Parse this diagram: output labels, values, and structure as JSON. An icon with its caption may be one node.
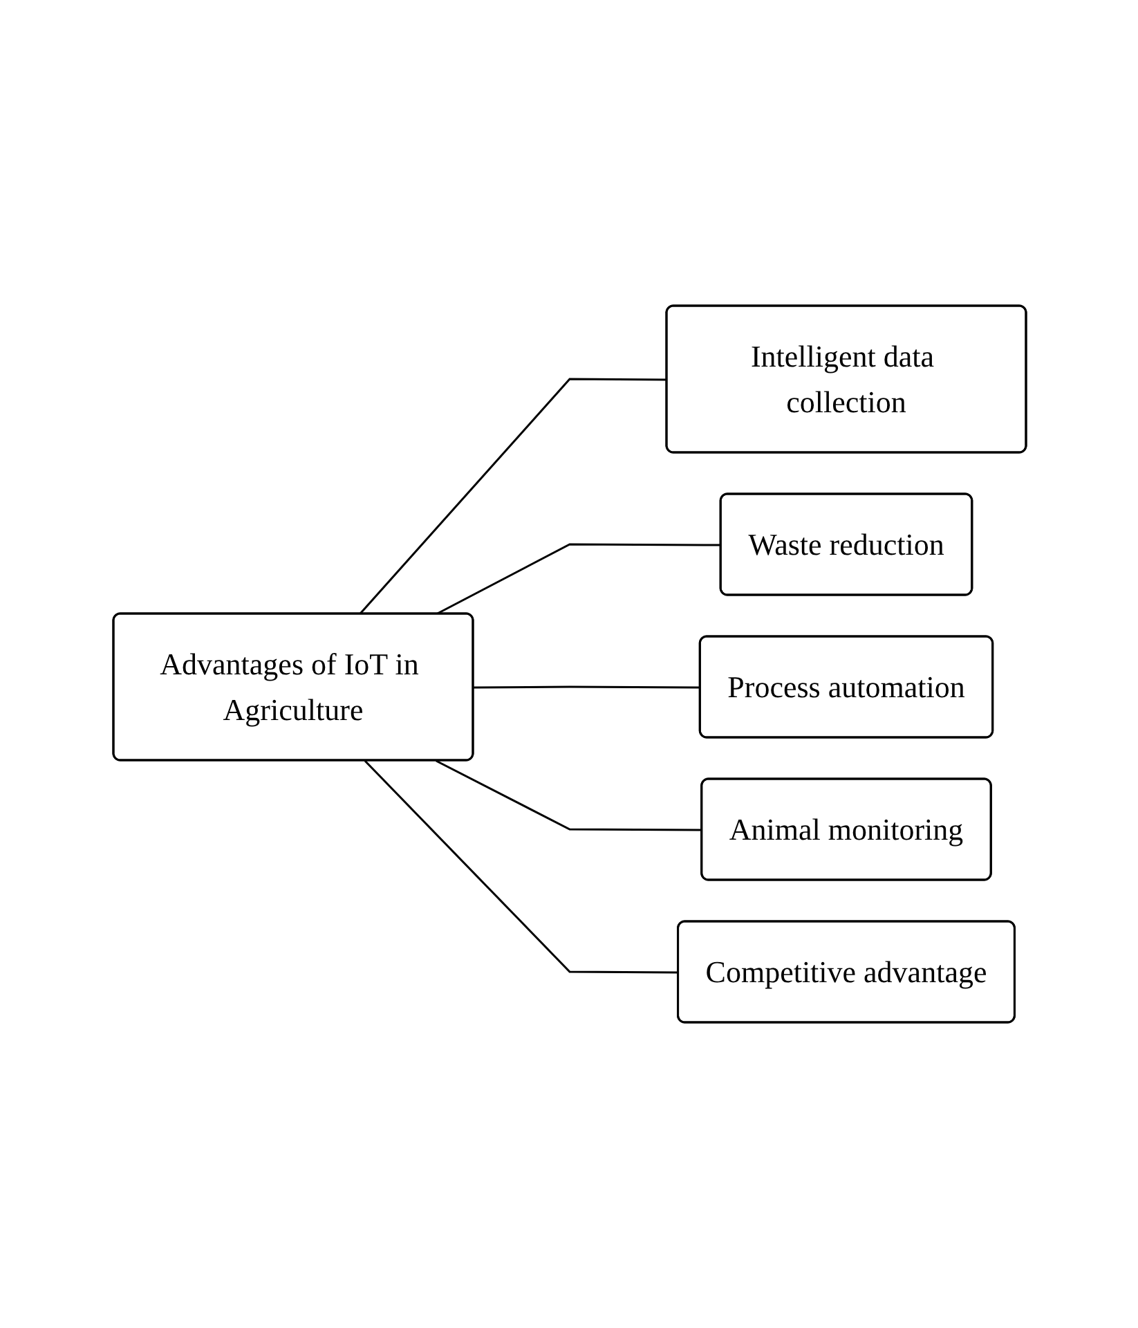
{
  "diagram": {
    "nodes": [
      {
        "text": [
          "Advantages of IoT in Agriculture"
        ]
      },
      {
        "text": [
          "Intelligent data collection"
        ]
      },
      {
        "text": [
          "Waste reduction"
        ]
      },
      {
        "text": [
          "Process automation"
        ]
      },
      {
        "text": [
          "Animal monitoring"
        ]
      },
      {
        "text": [
          "Competitive advantage"
        ]
      }
    ],
    "edges": [
      {
        "from": 0,
        "to": 1,
        "arrow": "none"
      },
      {
        "from": 0,
        "to": 2,
        "arrow": "none"
      },
      {
        "from": 0,
        "to": 3,
        "arrow": "none"
      },
      {
        "from": 0,
        "to": 4,
        "arrow": "none"
      },
      {
        "from": 0,
        "to": 5,
        "arrow": "none"
      }
    ]
  }
}
